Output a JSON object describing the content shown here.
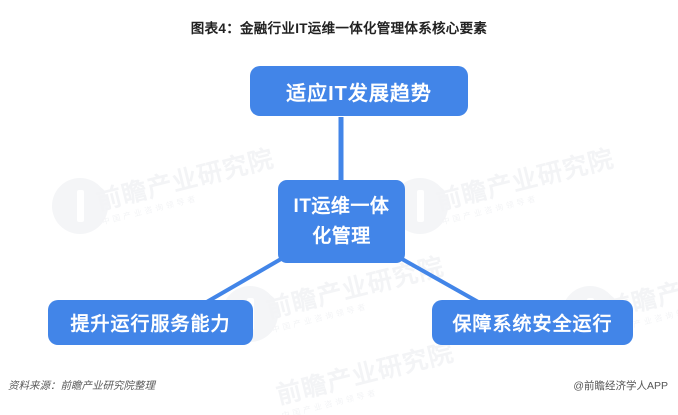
{
  "title": "图表4：金融行业IT运维一体化管理体系核心要素",
  "theme": {
    "node_fill": "#4285e8",
    "connector": "#4285e8",
    "node_text": "#ffffff",
    "title_color": "#222222",
    "background": "#ffffff",
    "watermark_color": "#f3f4f6"
  },
  "diagram": {
    "type": "hub-and-spoke",
    "center": {
      "id": "center",
      "label": "IT运维一体\n化管理"
    },
    "spokes": [
      {
        "id": "top",
        "label": "适应IT发展趋势",
        "position": "top"
      },
      {
        "id": "left",
        "label": "提升运行服务能力",
        "position": "bottom-left"
      },
      {
        "id": "right",
        "label": "保障系统安全运行",
        "position": "bottom-right"
      }
    ],
    "connections": [
      {
        "from": "center",
        "to": "top"
      },
      {
        "from": "center",
        "to": "left"
      },
      {
        "from": "center",
        "to": "right"
      }
    ]
  },
  "watermark": {
    "main": "前瞻产业研究院",
    "sub": "中国产业咨询领导者"
  },
  "footer": {
    "source": "资料来源：前瞻产业研究院整理",
    "brand": "@前瞻经济学人APP"
  }
}
